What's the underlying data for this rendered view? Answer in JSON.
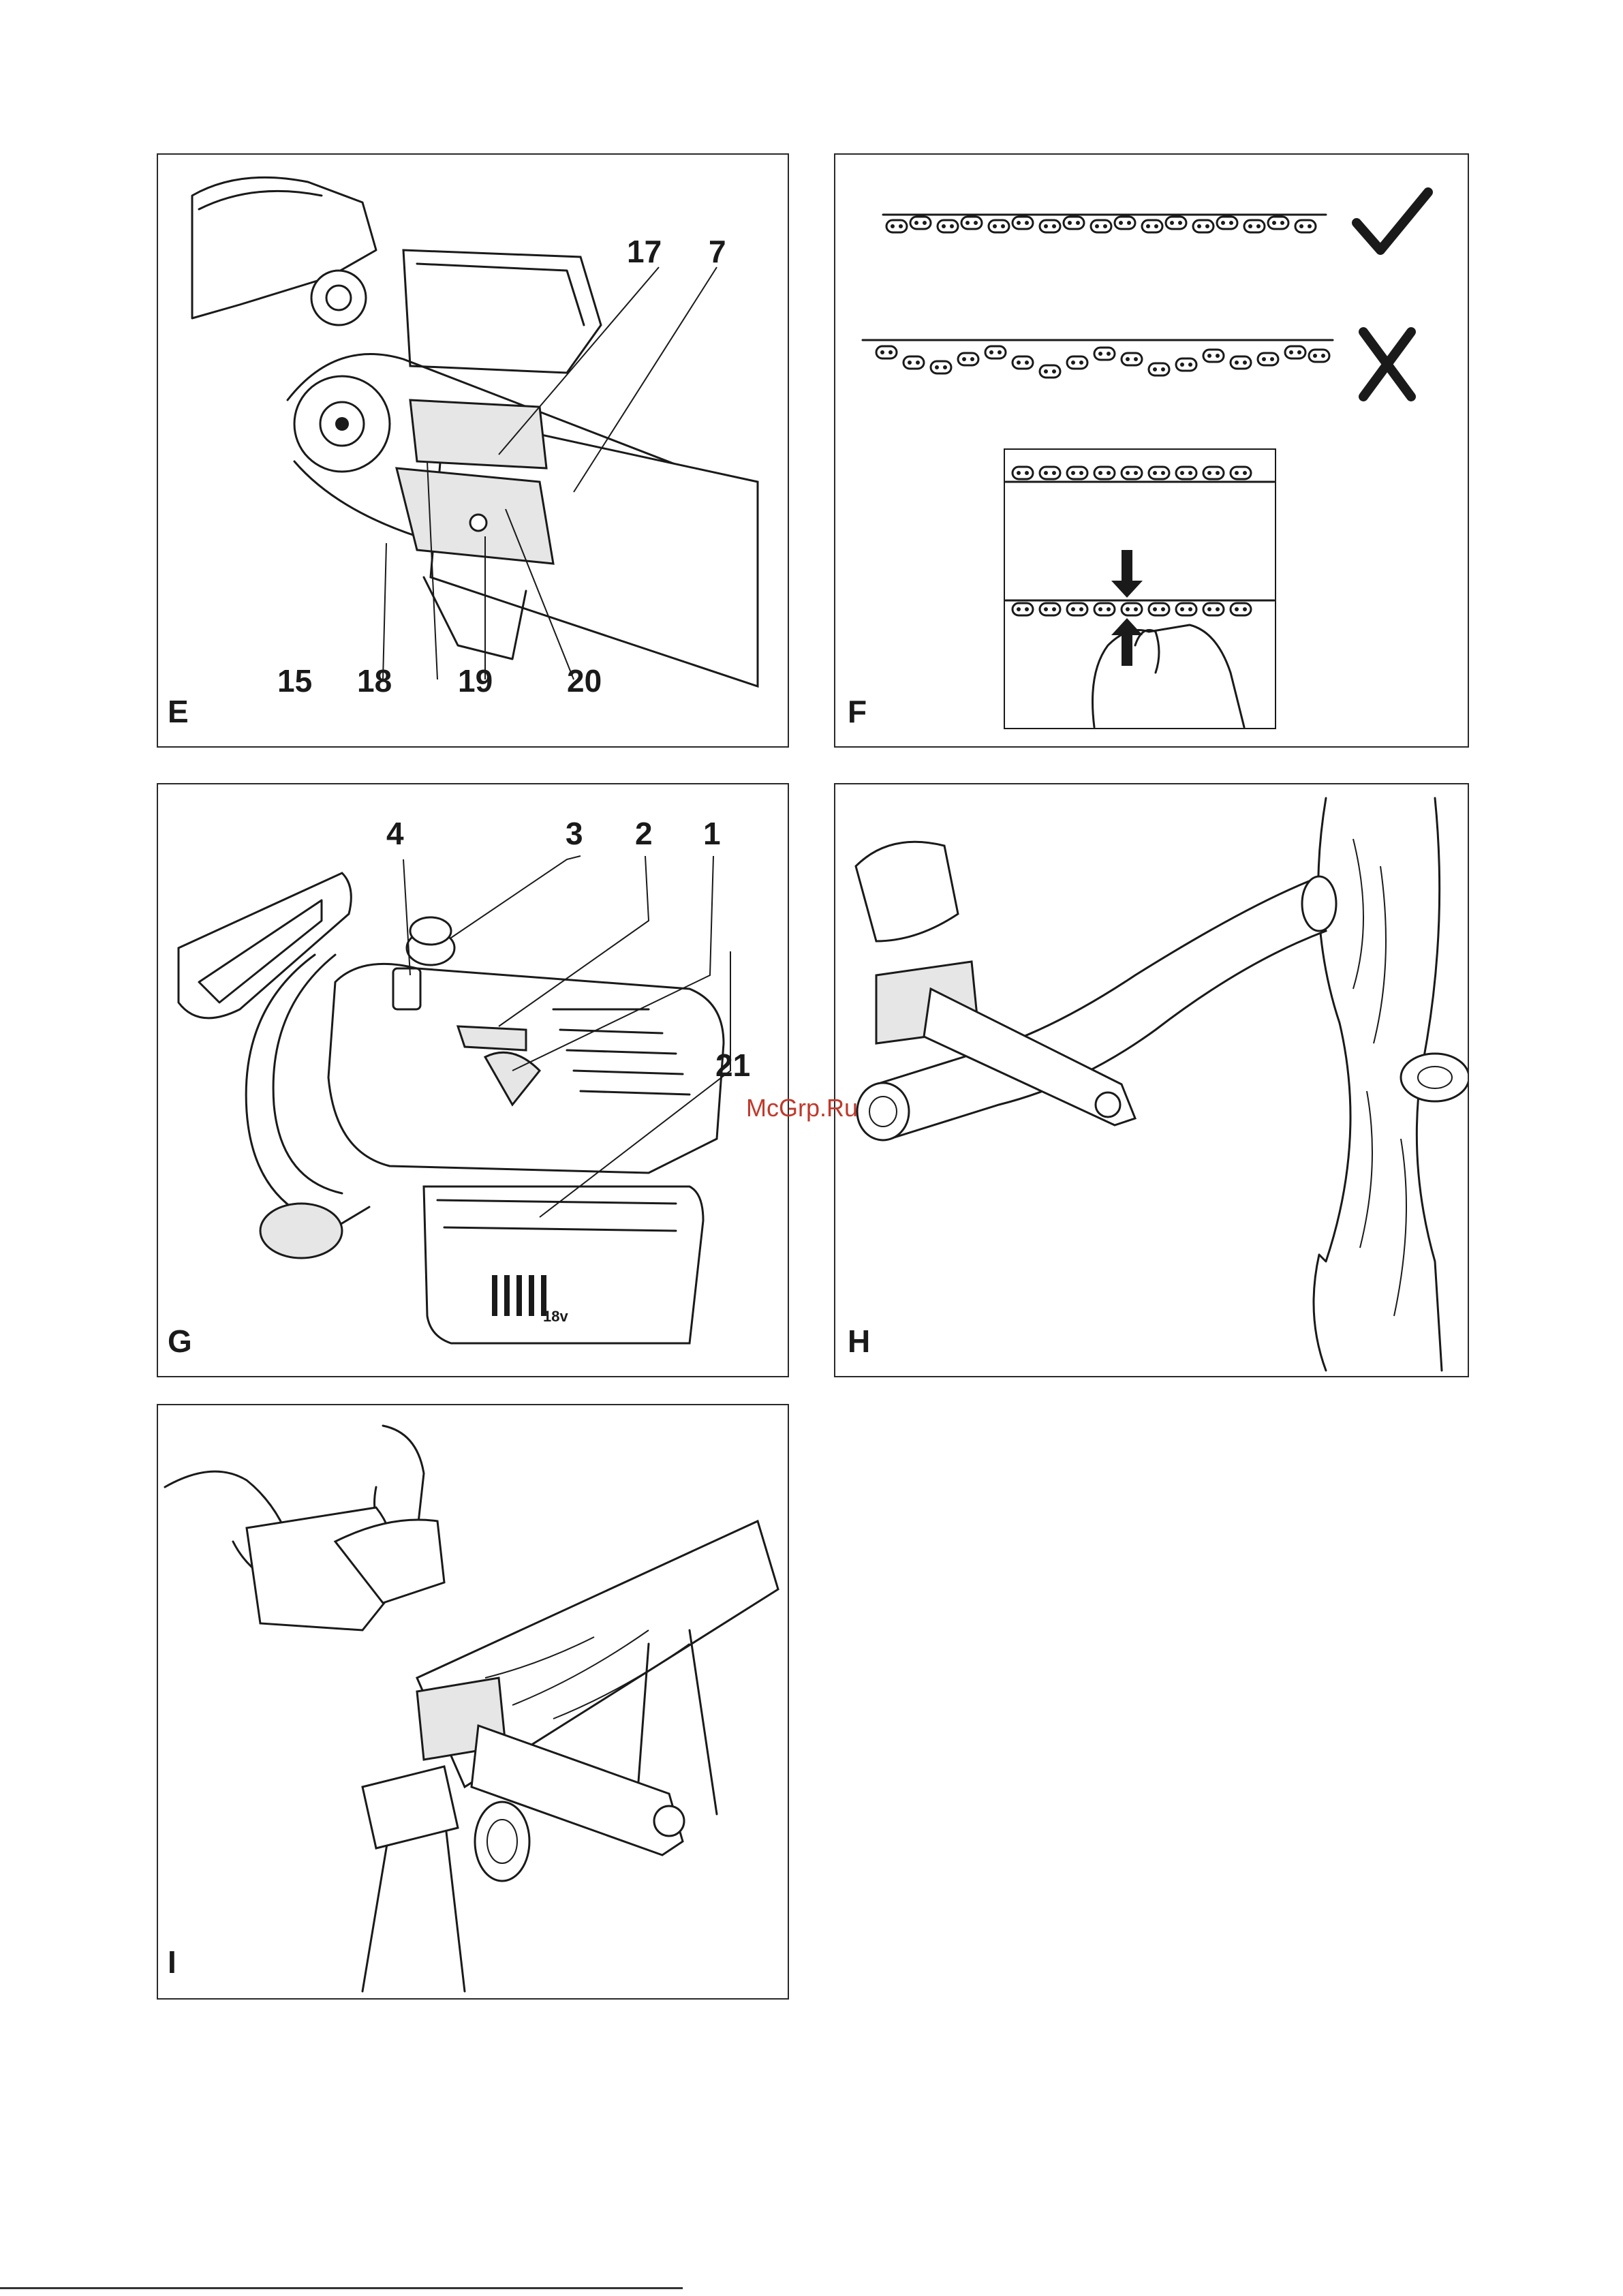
{
  "panels": {
    "E": {
      "letter": "E",
      "callouts": {
        "c17": "17",
        "c7": "7",
        "c15": "15",
        "c18": "18",
        "c19": "19",
        "c20": "20"
      }
    },
    "F": {
      "letter": "F",
      "correct_mark": "check-icon",
      "incorrect_mark": "cross-icon"
    },
    "G": {
      "letter": "G",
      "callouts": {
        "c4": "4",
        "c3": "3",
        "c2": "2",
        "c1": "1",
        "c21": "21"
      },
      "battery_label": "18v"
    },
    "H": {
      "letter": "H"
    },
    "I": {
      "letter": "I"
    }
  },
  "watermark": "McGrp.Ru"
}
